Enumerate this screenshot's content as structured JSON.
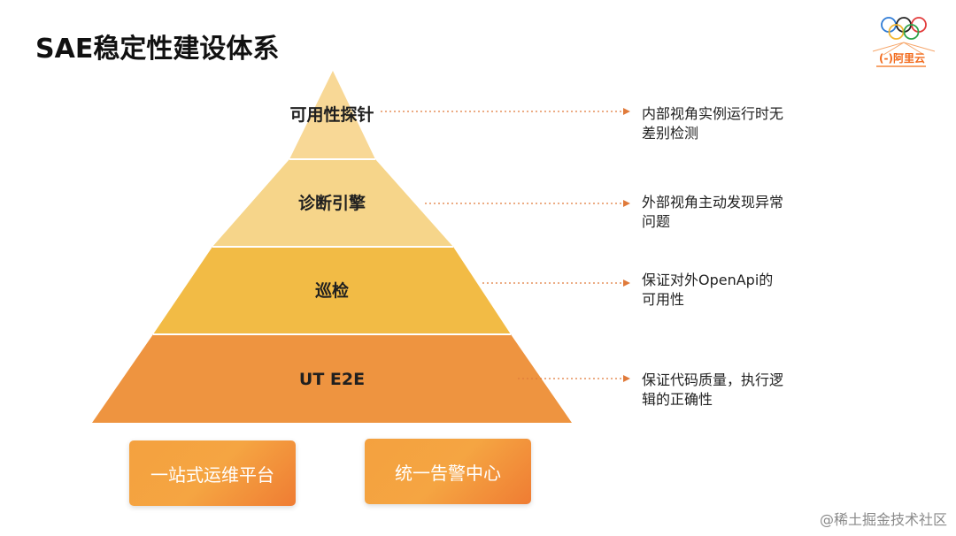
{
  "title": "SAE稳定性建设体系",
  "logo": {
    "brand_text": "(-)阿里云"
  },
  "pyramid": {
    "tiers": [
      {
        "label": "可用性探针",
        "color": "#f8d896"
      },
      {
        "label": "诊断引擎",
        "color": "#f6d58a"
      },
      {
        "label": "巡检",
        "color": "#f2bb45"
      },
      {
        "label": "UT E2E",
        "color": "#ee9440"
      }
    ]
  },
  "descriptions": [
    {
      "line1": "内部视角实例运行时无",
      "line2": "差别检测"
    },
    {
      "line1": "外部视角主动发现异常",
      "line2": "问题"
    },
    {
      "line1": "保证对外OpenApi的",
      "line2": "可用性"
    },
    {
      "line1": "保证代码质量，执行逻",
      "line2": "辑的正确性"
    }
  ],
  "platforms": [
    {
      "label": "一站式运维平台"
    },
    {
      "label": "统一告警中心"
    }
  ],
  "watermark": "@稀土掘金技术社区",
  "colors": {
    "accent": "#f26b1d",
    "connector": "#e07a3a"
  }
}
